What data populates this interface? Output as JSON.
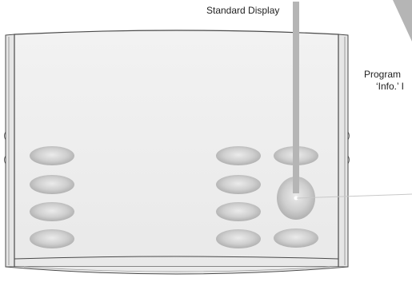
{
  "labels": {
    "standard_display": "Standard Display",
    "programme_line1": "Program",
    "programme_line2": "‘Info.’ I"
  },
  "colors": {
    "body_fill": "#ececec",
    "outline": "#4a4a4a",
    "button_light": "#e8e8e8",
    "button_mid": "#c4c4c4",
    "button_dark": "#a9a9a9",
    "leader": "#b5b5b5"
  },
  "device": {
    "left_keypad": {
      "rows": 4,
      "columns": 1
    },
    "right_keypad": {
      "rows": 4,
      "columns": 2,
      "large_key": "info-key"
    }
  }
}
